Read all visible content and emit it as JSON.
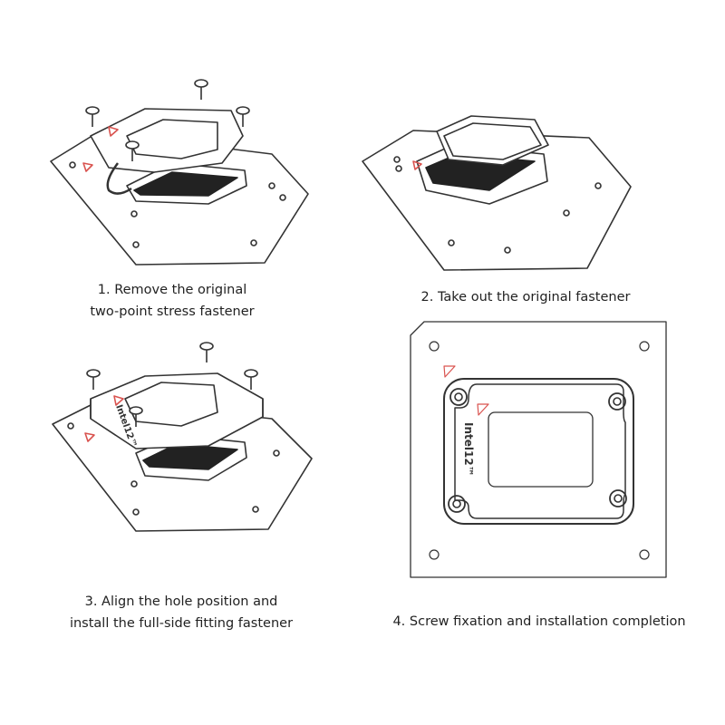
{
  "steps": [
    {
      "number": 1,
      "lines": [
        "1. Remove the original",
        "two-point stress fastener"
      ]
    },
    {
      "number": 2,
      "lines": [
        "2. Take out the original fastener"
      ]
    },
    {
      "number": 3,
      "lines": [
        "3. Align the hole position and",
        "install the full-side fitting fastener"
      ]
    },
    {
      "number": 4,
      "lines": [
        "4. Screw fixation and installation completion"
      ]
    }
  ],
  "bracket_label": "Intel12™",
  "colors": {
    "line": "#333333",
    "marker": "#d9534f",
    "fill": "#ffffff"
  }
}
